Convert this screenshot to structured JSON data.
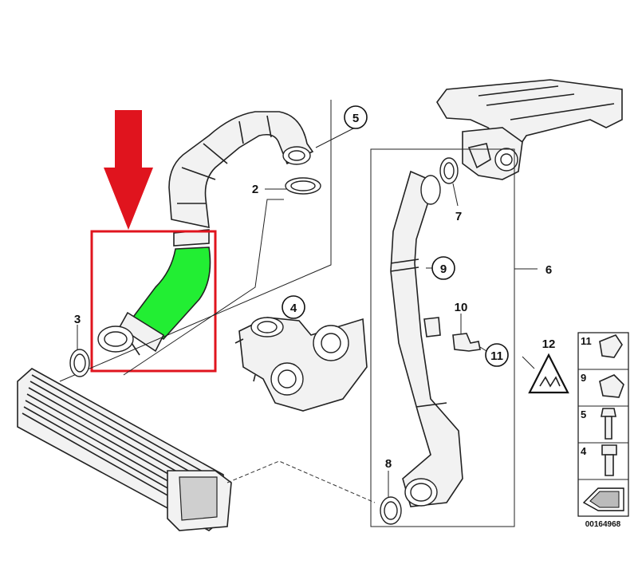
{
  "callouts": {
    "c1": "2",
    "c2": "3",
    "c3": "4",
    "c4": "5",
    "c5": "6",
    "c6": "7",
    "c7": "8",
    "c8": "9",
    "c9": "10",
    "c10": "11",
    "c11": "12"
  },
  "legend": {
    "row1": "11",
    "row2": "9",
    "row3": "5",
    "row4": "4"
  },
  "diagram_ref": "00164968",
  "colors": {
    "highlight_fill": "#22ee33",
    "highlight_box": "#e0141e",
    "arrow": "#e0141e"
  }
}
